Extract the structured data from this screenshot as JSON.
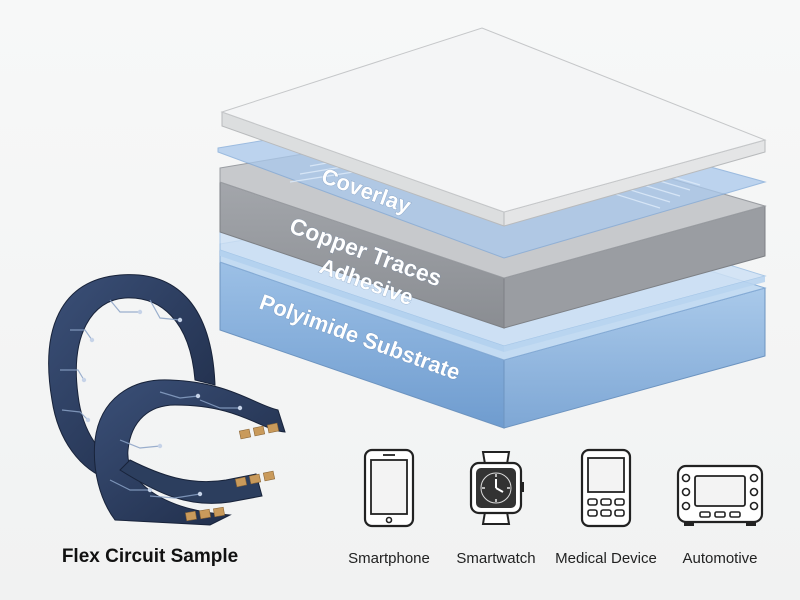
{
  "layers": [
    {
      "label": "Coverlay"
    },
    {
      "label": "Copper Traces"
    },
    {
      "label": "Adhesive"
    },
    {
      "label": "Polyimide Substrate"
    }
  ],
  "sample": {
    "caption": "Flex Circuit Sample"
  },
  "applications": [
    {
      "label": "Smartphone",
      "icon": "smartphone-icon"
    },
    {
      "label": "Smartwatch",
      "icon": "smartwatch-icon"
    },
    {
      "label": "Medical Device",
      "icon": "medical-device-icon"
    },
    {
      "label": "Automotive",
      "icon": "automotive-icon"
    }
  ],
  "colors": {
    "substrate": "#8fb4dc",
    "adhesive": "#b7d3ee",
    "copper": "#9a9da2",
    "coverlay_film": "#a9c8ec",
    "top_sheet": "#f3f4f5",
    "flex_body": "#2c3e5e",
    "pad": "#c99a5b"
  }
}
